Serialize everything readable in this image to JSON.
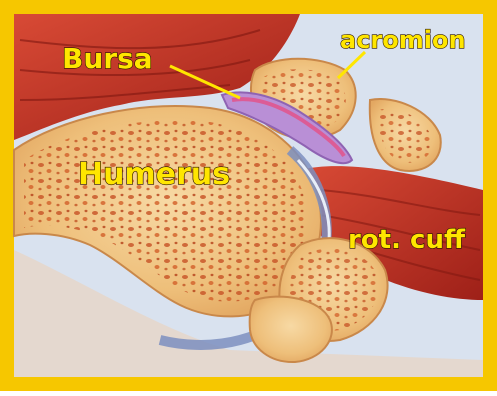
{
  "figure": {
    "labels": {
      "bursa": "Bursa",
      "acromion": "acromion",
      "humerus": "Humerus",
      "rotator_cuff": "rot. cuff"
    },
    "colors": {
      "border": "#f6c700",
      "background": "#d9e2ef",
      "muscle": "#c93a2c",
      "muscle_dark": "#9b1f18",
      "bone_outer": "#f0c98a",
      "bone_inner": "#e07b3a",
      "bursa": "#b98fd6",
      "cartilage": "#7d8fc0",
      "label_fill": "#ffe600",
      "label_stroke": "#2a1200",
      "pointer_line": "#ffe600"
    }
  }
}
